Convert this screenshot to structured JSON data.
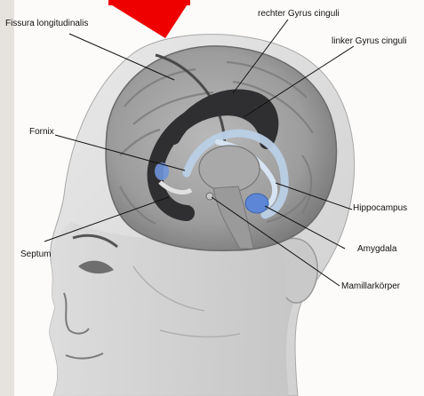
{
  "figure": {
    "labels": {
      "fissura": "Fissura longitudinalis",
      "rechter_gyrus": "rechter Gyrus cinguli",
      "linker_gyrus": "linker Gyrus cinguli",
      "fornix": "Fornix",
      "septum": "Septum",
      "hippocampus": "Hippocampus",
      "amygdala": "Amygdala",
      "mamillarkoerper": "Mamillarkörper"
    },
    "colors": {
      "paper": "#fcfbf9",
      "gyrus_cinguli": "#2f2f31",
      "fornix_hippocampus": "#b9cfe6",
      "amygdala": "#5d86d6",
      "marker": "#ee0000"
    }
  }
}
